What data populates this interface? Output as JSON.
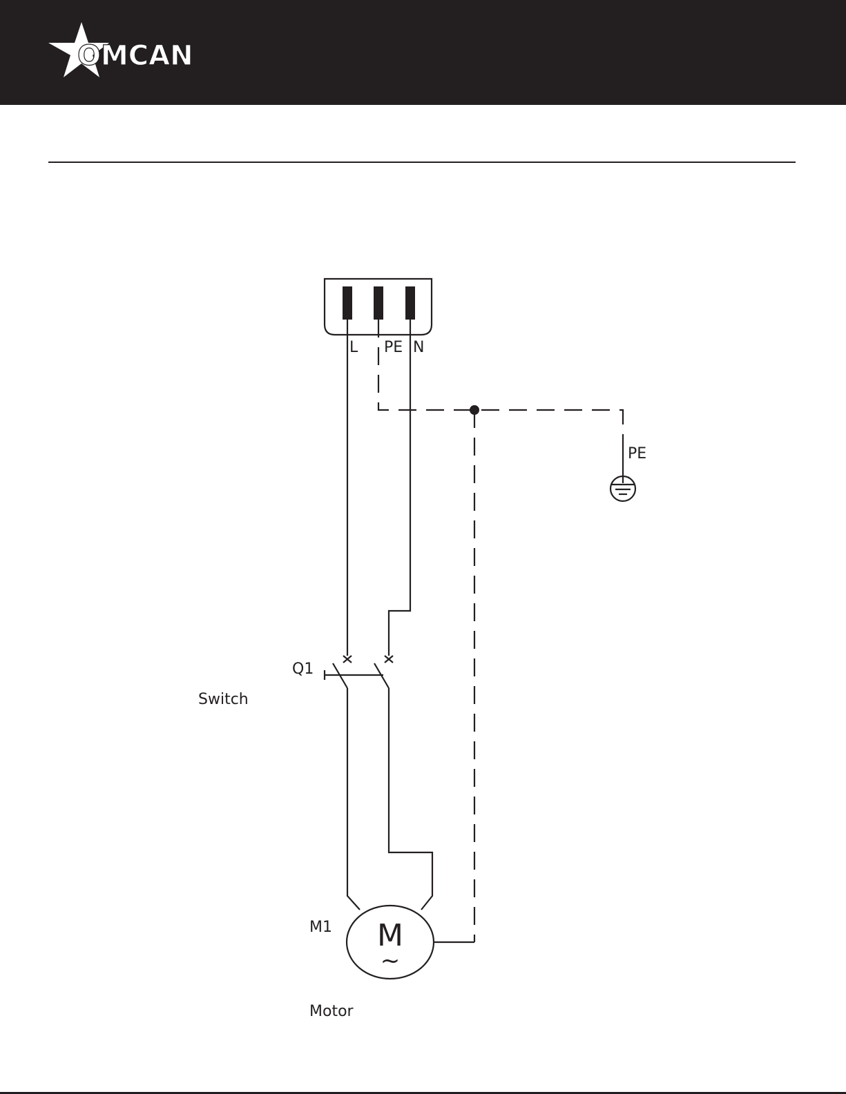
{
  "brand": {
    "name": "OMCAN"
  },
  "colors": {
    "ink": "#231f20",
    "paper": "#ffffff"
  },
  "diagram": {
    "plug_labels": {
      "line": "L",
      "earth": "PE",
      "neutral": "N"
    },
    "earth_label": "PE",
    "switch_id": "Q1",
    "switch_label": "Switch",
    "motor_id": "M1",
    "motor_symbol": "M",
    "motor_ac": "~",
    "motor_label": "Motor"
  }
}
